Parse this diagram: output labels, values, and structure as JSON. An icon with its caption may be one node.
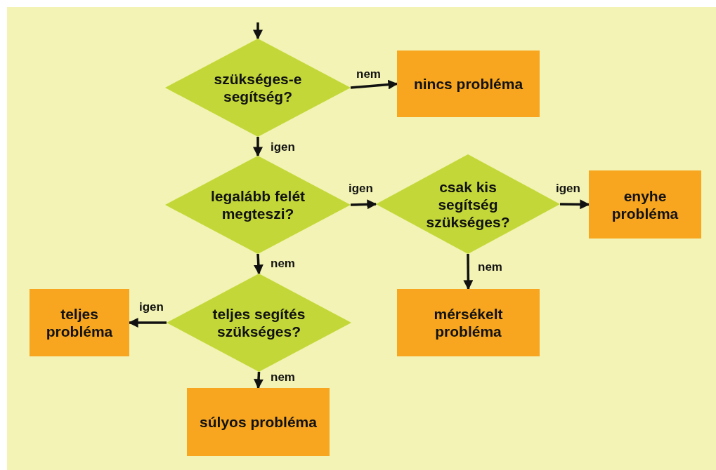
{
  "diagram": {
    "nodes": [
      {
        "text": [
          "szükséges-e segítség?"
        ]
      },
      {
        "text": [
          "nincs probléma"
        ]
      },
      {
        "text": [
          "legalább felét megteszi?"
        ]
      },
      {
        "text": [
          "csak kis segítség szükséges?"
        ]
      },
      {
        "text": [
          "enyhe probléma"
        ]
      },
      {
        "text": [
          "mérsékelt probléma"
        ]
      },
      {
        "text": [
          "teljes segítés szükséges?"
        ]
      },
      {
        "text": [
          "teljes probléma"
        ]
      },
      {
        "text": [
          "súlyos probléma"
        ]
      }
    ],
    "edges": [
      {
        "from": null,
        "to": 0,
        "arrow": "to"
      },
      {
        "from": 0,
        "to": 1,
        "arrow": "to",
        "label": "nem"
      },
      {
        "from": 0,
        "to": 2,
        "arrow": "to",
        "label": "igen"
      },
      {
        "from": 2,
        "to": 3,
        "arrow": "to",
        "label": "igen"
      },
      {
        "from": 3,
        "to": 4,
        "arrow": "to",
        "label": "igen"
      },
      {
        "from": 3,
        "to": 5,
        "arrow": "to",
        "label": "nem"
      },
      {
        "from": 2,
        "to": 6,
        "arrow": "to",
        "label": "nem"
      },
      {
        "from": 6,
        "to": 7,
        "arrow": "to",
        "label": "igen"
      },
      {
        "from": 6,
        "to": 8,
        "arrow": "to",
        "label": "nem"
      }
    ]
  }
}
